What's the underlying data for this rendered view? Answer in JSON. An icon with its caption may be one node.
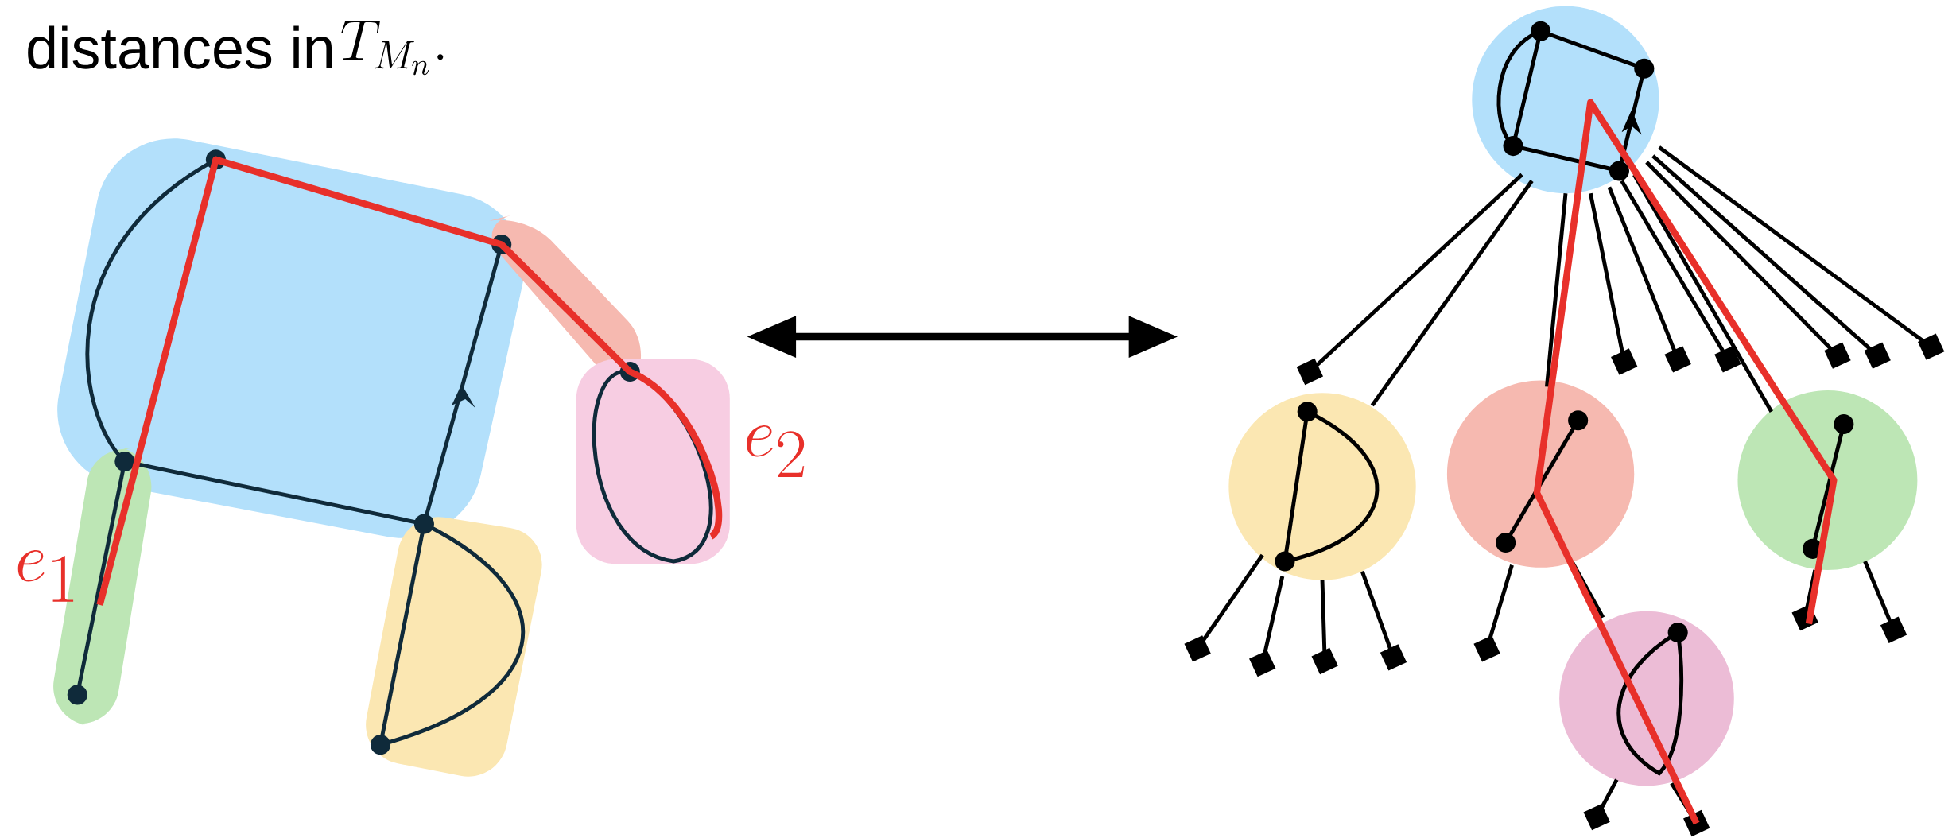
{
  "diagram": {
    "nodes": [
      {
        "text": [],
        "shape": "picture"
      },
      {
        "text": [],
        "shape": "picture"
      }
    ],
    "edges": [
      {
        "from": 0,
        "to": 1,
        "arrow": "both"
      }
    ],
    "labels": [
      "distances in",
      "T_{M_n}.",
      "e_1",
      "e_2"
    ]
  }
}
